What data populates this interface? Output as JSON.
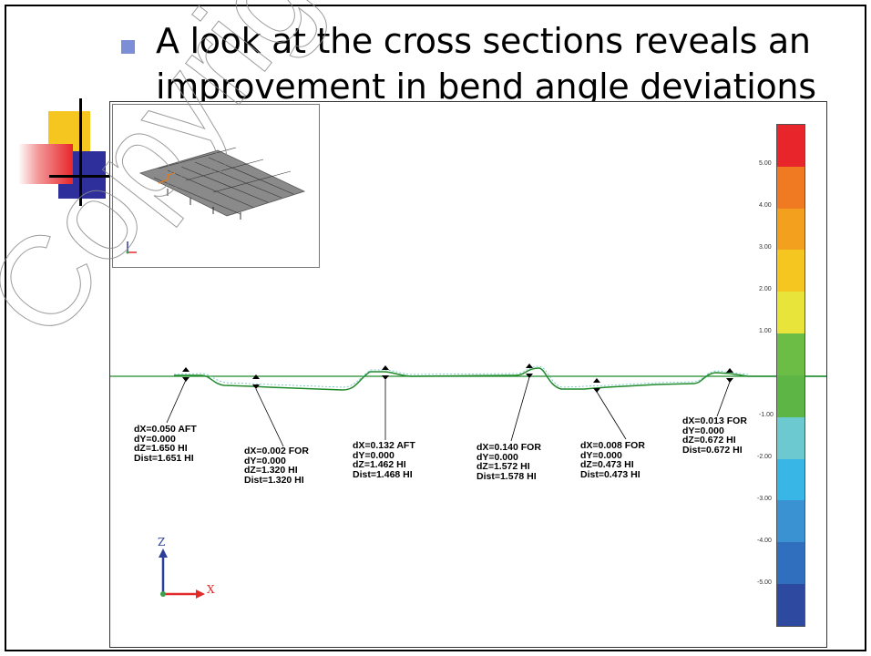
{
  "slide": {
    "bullet_text_line1": "A look at the cross sections reveals an",
    "bullet_text_line2": "improvement in bend angle deviations"
  },
  "watermark": {
    "text": "Copyright"
  },
  "inset": {
    "caption": ""
  },
  "callouts": [
    {
      "lines": [
        "dX=0.050 AFT",
        "dY=0.000",
        "dZ=1.650 HI",
        "Dist=1.651 HI"
      ]
    },
    {
      "lines": [
        "dX=0.002 FOR",
        "dY=0.000",
        "dZ=1.320 HI",
        "Dist=1.320 HI"
      ]
    },
    {
      "lines": [
        "dX=0.132 AFT",
        "dY=0.000",
        "dZ=1.462 HI",
        "Dist=1.468 HI"
      ]
    },
    {
      "lines": [
        "dX=0.140 FOR",
        "dY=0.000",
        "dZ=1.572 HI",
        "Dist=1.578 HI"
      ]
    },
    {
      "lines": [
        "dX=0.008 FOR",
        "dY=0.000",
        "dZ=0.473 HI",
        "Dist=0.473 HI"
      ]
    },
    {
      "lines": [
        "dX=0.013 FOR",
        "dY=0.000",
        "dZ=0.672 HI",
        "Dist=0.672 HI"
      ]
    }
  ],
  "legend": {
    "ticks": [
      "5.00",
      "4.00",
      "3.00",
      "2.00",
      "1.00",
      "-1.00",
      "-2.00",
      "-3.00",
      "-4.00",
      "-5.00"
    ],
    "colors": [
      "#e8252b",
      "#f07a22",
      "#f3a01e",
      "#f5c61f",
      "#e8e43a",
      "#6cbd45",
      "#5db545",
      "#6dc9d0",
      "#38b6e6",
      "#3a92d2",
      "#2f6fbd",
      "#2d4aa0"
    ]
  },
  "axes": {
    "z": "Z",
    "x": "X"
  }
}
